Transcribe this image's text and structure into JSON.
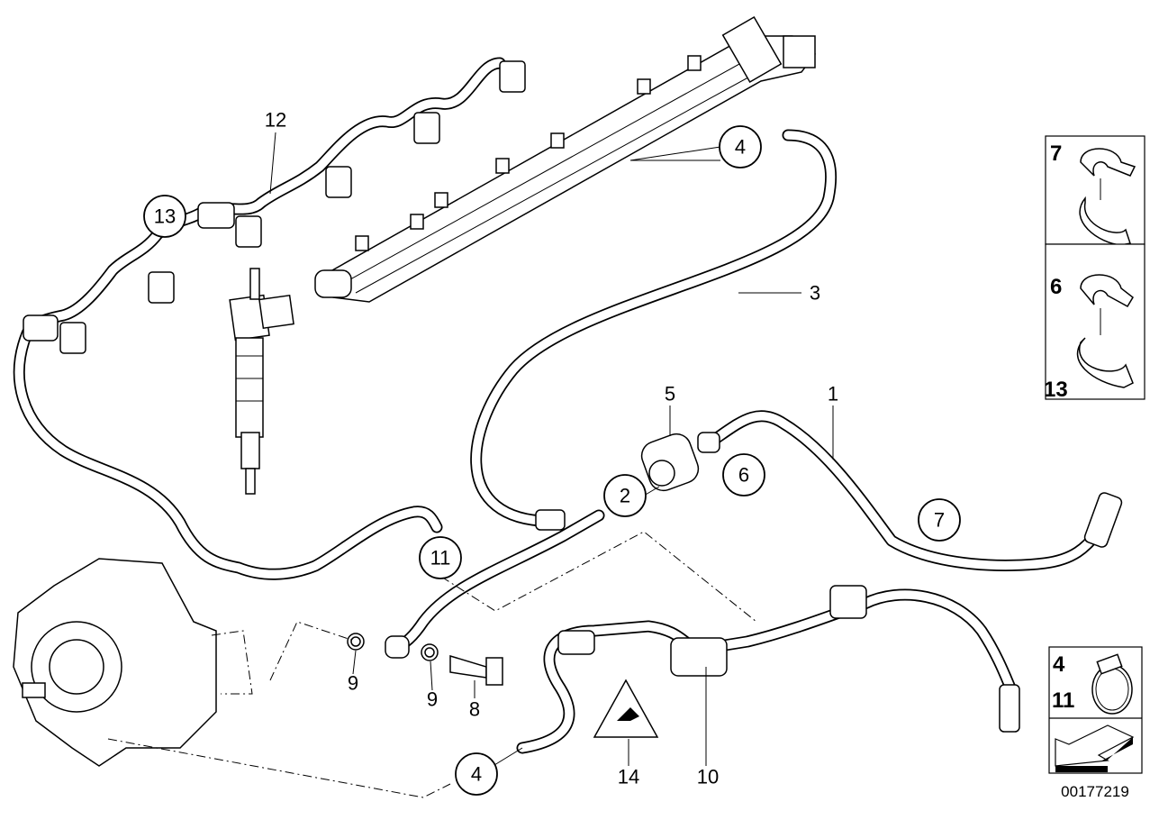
{
  "diagram_id": "00177219",
  "callouts": {
    "c1": "1",
    "c2": "2",
    "c3": "3",
    "c4a": "4",
    "c4b": "4",
    "c5": "5",
    "c6": "6",
    "c7": "7",
    "c8": "8",
    "c9a": "9",
    "c9b": "9",
    "c10": "10",
    "c11": "11",
    "c12": "12",
    "c13": "13",
    "c14": "14"
  },
  "side_panels": {
    "clip_a": {
      "label": "7"
    },
    "clip_b": {
      "label_top": "6",
      "label_bottom": "13"
    },
    "hose_clamp": {
      "label_top": "4",
      "label_bottom": "11"
    }
  }
}
